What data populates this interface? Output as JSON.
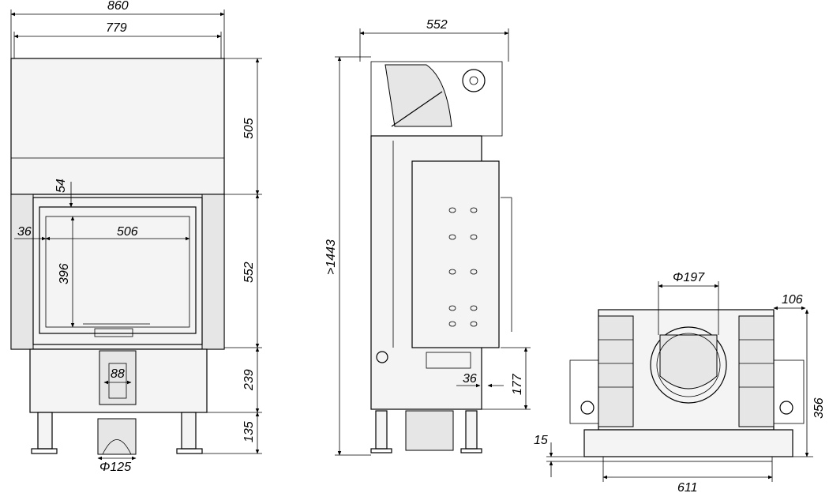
{
  "drawing": {
    "front_view": {
      "overall_width": "860",
      "inner_width": "779",
      "hood_height": "505",
      "frame_offset": "54",
      "side_margin": "36",
      "glass_width": "506",
      "glass_height": "396",
      "door_height": "552",
      "base_height": "239",
      "outlet_width": "88",
      "leg_height": "135",
      "flue_diameter": "Φ125"
    },
    "side_view": {
      "depth": "552",
      "total_height": ">1443",
      "inlet_offset": "36",
      "inlet_height": "177"
    },
    "top_view": {
      "flue_diameter": "Φ197",
      "side_offset": "106",
      "depth": "356",
      "front_offset": "15",
      "front_width": "611"
    }
  }
}
